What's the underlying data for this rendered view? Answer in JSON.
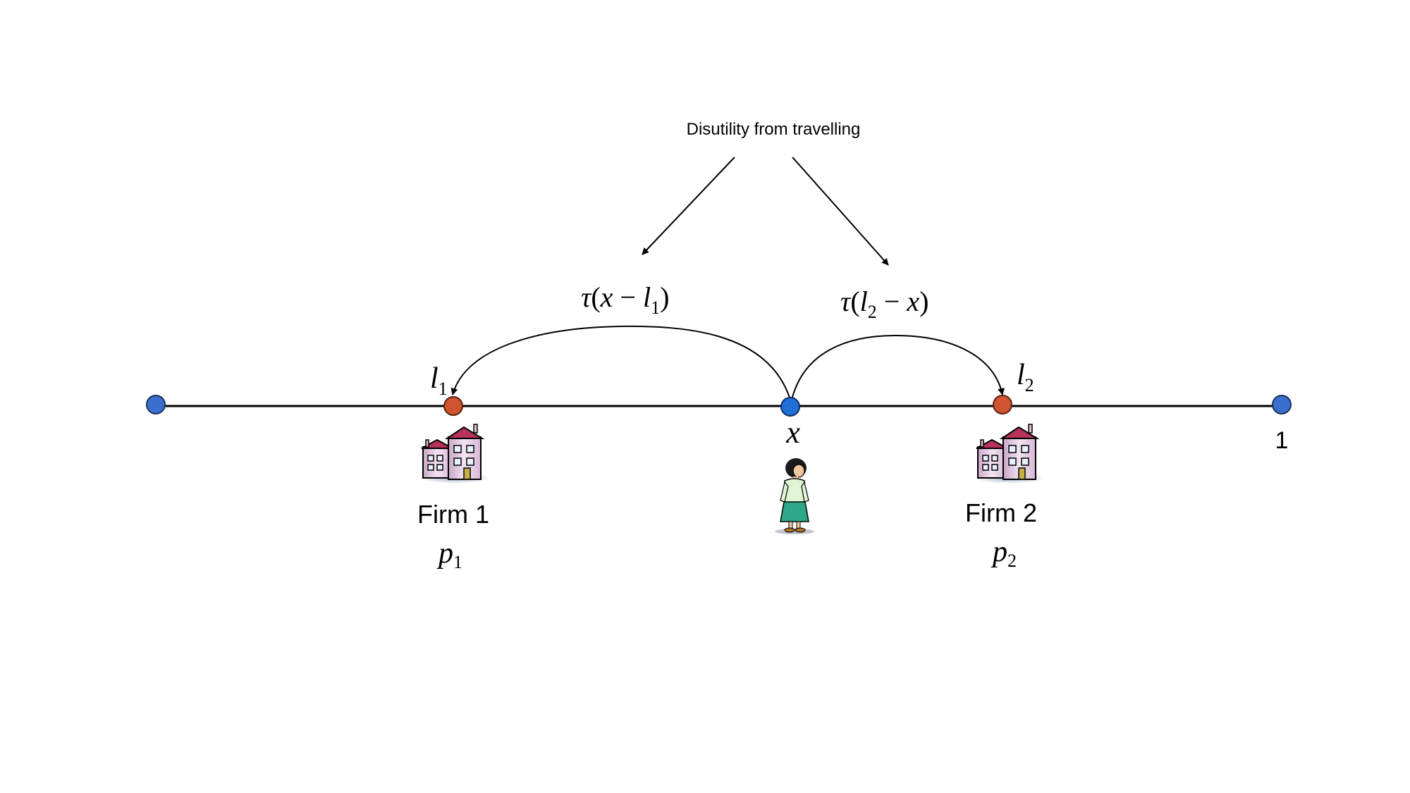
{
  "annotation": {
    "caption": "Disutility from travelling"
  },
  "costs": {
    "left": {
      "tau": "τ",
      "open": "(",
      "x": "x",
      "minus": " − ",
      "l": "l",
      "sub": "1",
      "close": ")"
    },
    "right": {
      "tau": "τ",
      "open": "(",
      "l": "l",
      "sub": "2",
      "minus": " − ",
      "x": "x",
      "close": ")"
    }
  },
  "line": {
    "end_label": "1"
  },
  "firm1": {
    "loc_symbol": "l",
    "loc_sub": "1",
    "name": "Firm 1",
    "price_symbol": "p",
    "price_sub": "1"
  },
  "firm2": {
    "loc_symbol": "l",
    "loc_sub": "2",
    "name": "Firm 2",
    "price_symbol": "p",
    "price_sub": "2"
  },
  "consumer": {
    "symbol": "x"
  },
  "icons": [
    "building-icon",
    "consumer-woman-icon",
    "endpoint-dot",
    "firm-dot",
    "consumer-dot"
  ],
  "colors": {
    "endpoint": "#3a6fcf",
    "firm": "#cf5530",
    "consumer": "#1f6fd6",
    "line": "#000000",
    "building_wall": "#e8cde6",
    "building_roof": "#b8335a"
  }
}
